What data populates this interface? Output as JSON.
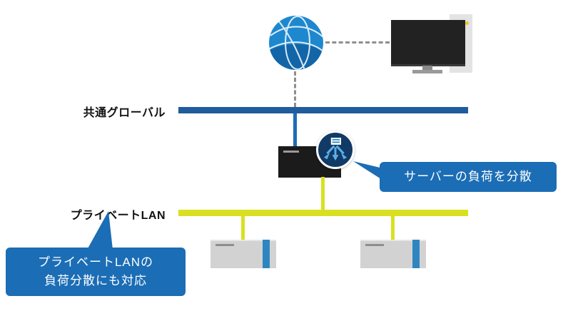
{
  "labels": {
    "global_bus": "共通グローバル",
    "private_lan": "プライベートLAN"
  },
  "callouts": {
    "server_load": "サーバーの負荷を分散",
    "private_lan_line1": "プライベートLANの",
    "private_lan_line2": "負荷分散にも対応"
  },
  "icons": {
    "globe": "internet-globe-icon",
    "monitor": "client-pc-icon",
    "load_balancer": "load-balancer-icon",
    "servers": "server-icon"
  },
  "colors": {
    "global_bar": "#1f5c9e",
    "lan_bar": "#d9e021",
    "callout_bg": "#1b6db5",
    "badge_bg": "#123a66",
    "stripe": "#2e86c1"
  }
}
